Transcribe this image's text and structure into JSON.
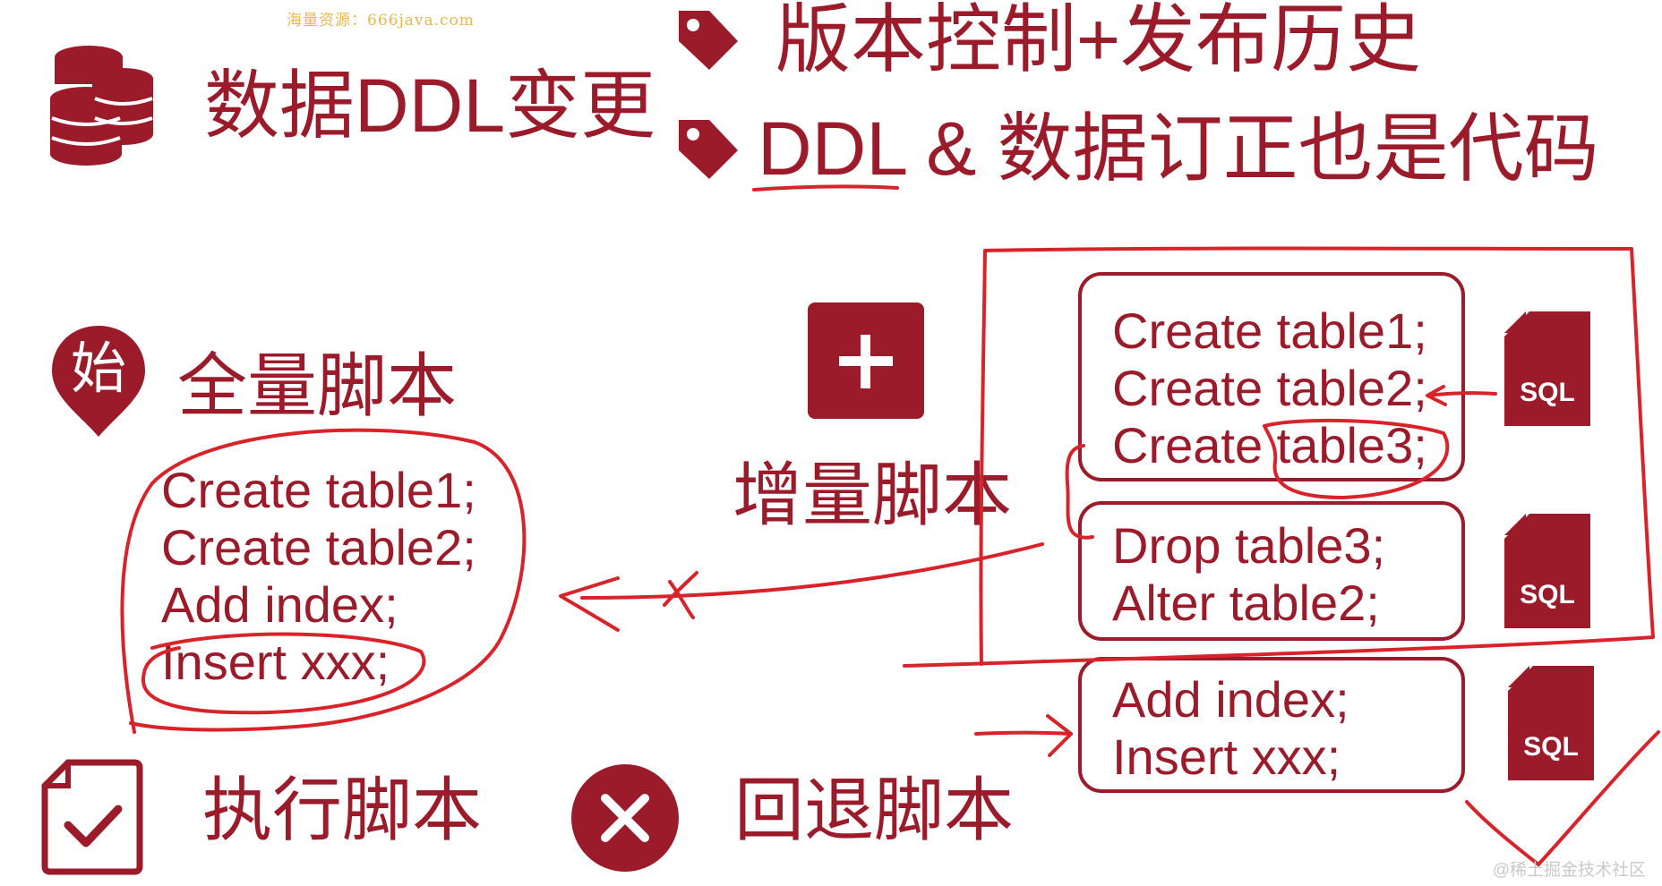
{
  "watermark": "海量资源：666java.com",
  "titles": {
    "ddl_change": "数据DDL变更",
    "version_control": "版本控制+发布历史",
    "ddl_code": "DDL & 数据订正也是代码"
  },
  "full_script": {
    "badge_char": "始",
    "label": "全量脚本",
    "lines": [
      "Create table1;",
      "Create table2;",
      "Add index;",
      "Insert xxx;"
    ]
  },
  "incremental": {
    "label": "增量脚本"
  },
  "execute": {
    "label": "执行脚本"
  },
  "rollback": {
    "label": "回退脚本"
  },
  "sql_boxes": [
    {
      "lines": [
        "Create table1;",
        "Create table2;",
        "Create table3;"
      ],
      "icon_text": "SQL"
    },
    {
      "lines": [
        "Drop table3;",
        "Alter table2;"
      ],
      "icon_text": "SQL"
    },
    {
      "lines": [
        "Add index;",
        "Insert xxx;"
      ],
      "icon_text": "SQL"
    }
  ],
  "footer": "@稀土掘金技术社区",
  "colors": {
    "accent": "#9b1b2a",
    "annotation": "#d8232a"
  }
}
